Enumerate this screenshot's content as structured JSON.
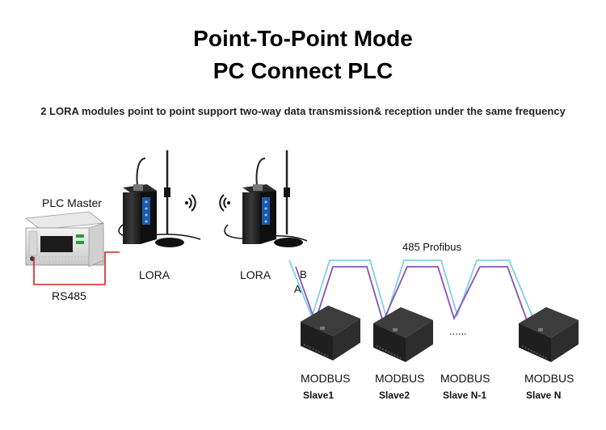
{
  "title_line1": "Point-To-Point Mode",
  "title_line2": "PC Connect PLC",
  "subtitle": "2 LORA modules point to point support two-way data transmission& reception under the same frequency",
  "plc": {
    "label": "PLC Master",
    "link_label": "RS485"
  },
  "lora_modules": [
    {
      "label": "LORA"
    },
    {
      "label": "LORA"
    }
  ],
  "bus": {
    "label": "485 Profibus",
    "line_a": "A",
    "line_b": "B",
    "ellipsis": "......"
  },
  "slaves": [
    {
      "type": "MODBUS",
      "name": "Slave1"
    },
    {
      "type": "MODBUS",
      "name": "Slave2"
    },
    {
      "type": "MODBUS",
      "name": "Slave N-1"
    },
    {
      "type": "MODBUS",
      "name": "Slave N"
    }
  ],
  "colors": {
    "wire_red": "#d62020",
    "bus_cyan": "#7fd0e6",
    "bus_purple": "#8a4fbf",
    "device_dark": "#2a2a2a",
    "lora_blue": "#1e5aa8"
  }
}
